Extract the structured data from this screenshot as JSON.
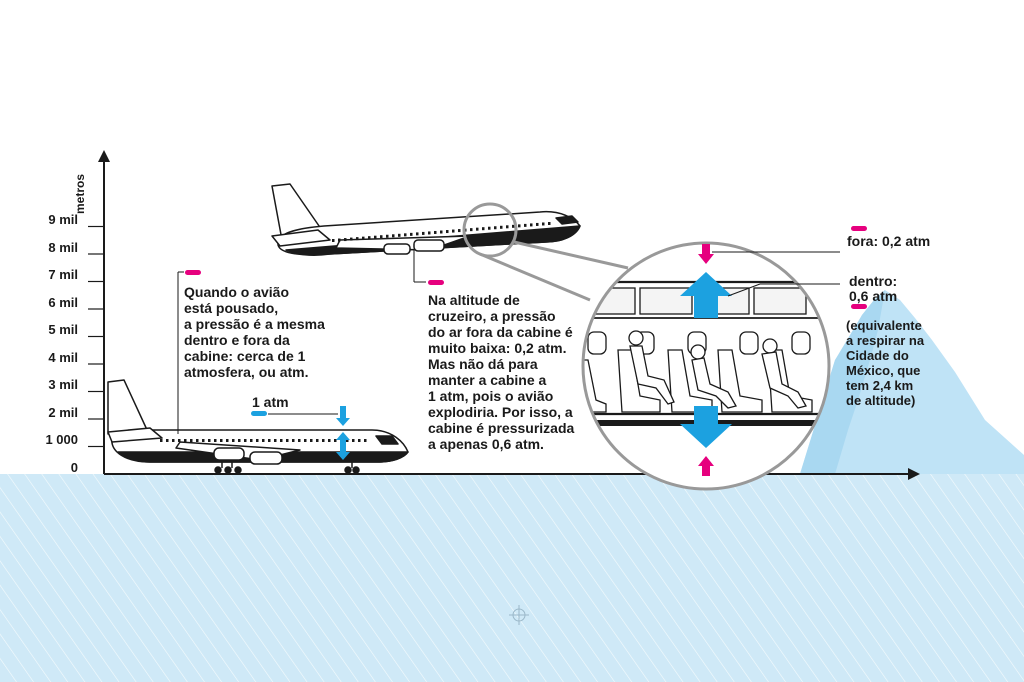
{
  "axis": {
    "ylabel": "metros",
    "ticks": [
      "0",
      "1 000",
      "2 mil",
      "3 mil",
      "4 mil",
      "5 mil",
      "6 mil",
      "7 mil",
      "8 mil",
      "9 mil"
    ]
  },
  "texts": {
    "ground_note": "Quando o avião\nestá pousado,\na pressão é a mesma\ndentro e fora da\ncabine: cerca de 1\natmosfera, ou atm.",
    "ground_pressure": "1 atm",
    "cruise_note": "Na altitude de\ncruzeiro, a pressão\ndo ar fora da cabine é\nmuito baixa: 0,2 atm.\nMas não dá para\nmanter a cabine a\n1 atm, pois o avião\nexplodiria. Por isso, a\ncabine é pressurizada\na apenas 0,6 atm.",
    "outside_pressure": "fora: 0,2 atm",
    "inside_label": "dentro:",
    "inside_pressure": "0,6 atm",
    "equivalence_note": "(equivalente\na respirar na\nCidade do\nMéxico, que\ntem 2,4 km\nde altitude)"
  },
  "colors": {
    "magenta": "#e6007e",
    "blue": "#1ca1e0",
    "ground": "#cfe9f7",
    "mountain": "#bfe3f6",
    "ink": "#1a1a1a"
  }
}
